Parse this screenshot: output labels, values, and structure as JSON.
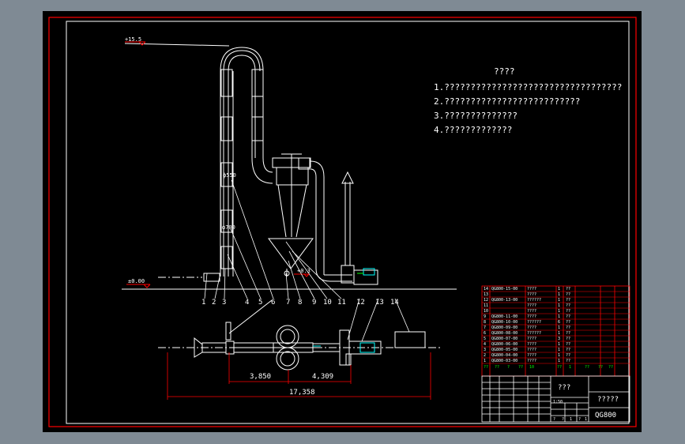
{
  "elevations": {
    "top": "+15.5",
    "ground": "±0.00",
    "cyclone": "+0.3"
  },
  "notes": {
    "title": "????",
    "lines": [
      "1.??????????????????????????????????",
      "2.??????????????????????????",
      "3.??????????????",
      "4.?????????????"
    ]
  },
  "part_labels": [
    "1",
    "2",
    "3",
    "4",
    "5",
    "6",
    "7",
    "8",
    "9",
    "10",
    "11",
    "12",
    "13",
    "14"
  ],
  "side_labels": [
    "ф550",
    "ф700"
  ],
  "dimensions": {
    "d1": "3,850",
    "d2": "4,309",
    "total": "17,358"
  },
  "parts_list": {
    "rows": [
      {
        "no": "14",
        "code": "QG800-15-00",
        "name": "????",
        "qty": "1",
        "mat": "??"
      },
      {
        "no": "13",
        "code": "",
        "name": "????",
        "qty": "1",
        "mat": "??"
      },
      {
        "no": "12",
        "code": "QG800-13-00",
        "name": "??????",
        "qty": "1",
        "mat": "??"
      },
      {
        "no": "11",
        "code": "",
        "name": "????",
        "qty": "1",
        "mat": "??"
      },
      {
        "no": "10",
        "code": "",
        "name": "????",
        "qty": "1",
        "mat": "??"
      },
      {
        "no": "9",
        "code": "QG800-11-00",
        "name": "????",
        "qty": "1",
        "mat": "??"
      },
      {
        "no": "8",
        "code": "QG800-10-00",
        "name": "??????",
        "qty": "6",
        "mat": "??"
      },
      {
        "no": "7",
        "code": "QG800-09-00",
        "name": "????",
        "qty": "1",
        "mat": "??"
      },
      {
        "no": "6",
        "code": "QG800-08-00",
        "name": "??????",
        "qty": "1",
        "mat": "??"
      },
      {
        "no": "5",
        "code": "QG800-07-00",
        "name": "????",
        "qty": "3",
        "mat": "??"
      },
      {
        "no": "4",
        "code": "QG800-06-00",
        "name": "????",
        "qty": "1",
        "mat": "??"
      },
      {
        "no": "3",
        "code": "QG800-05-00",
        "name": "????",
        "qty": "1",
        "mat": "??"
      },
      {
        "no": "2",
        "code": "QG800-04-00",
        "name": "????",
        "qty": "1",
        "mat": "??"
      },
      {
        "no": "1",
        "code": "QG800-03-00",
        "name": "????",
        "qty": "1",
        "mat": "??"
      }
    ],
    "header": [
      "??",
      "??",
      "?",
      "??",
      "10",
      "??",
      "1",
      "??",
      "??",
      "??"
    ]
  },
  "title_block": {
    "title": "???",
    "company": "?????",
    "drawing_no": "QG800",
    "scale": "1:50",
    "sheet": [
      "?",
      "?",
      "1",
      "?",
      "1"
    ]
  },
  "colors": {
    "border": "#ff0000",
    "line": "#ffffff",
    "table": "#ff0000",
    "accent": "#00ffff",
    "green": "#00ff00",
    "background": "#000000",
    "desktop": "#7f8a94"
  }
}
